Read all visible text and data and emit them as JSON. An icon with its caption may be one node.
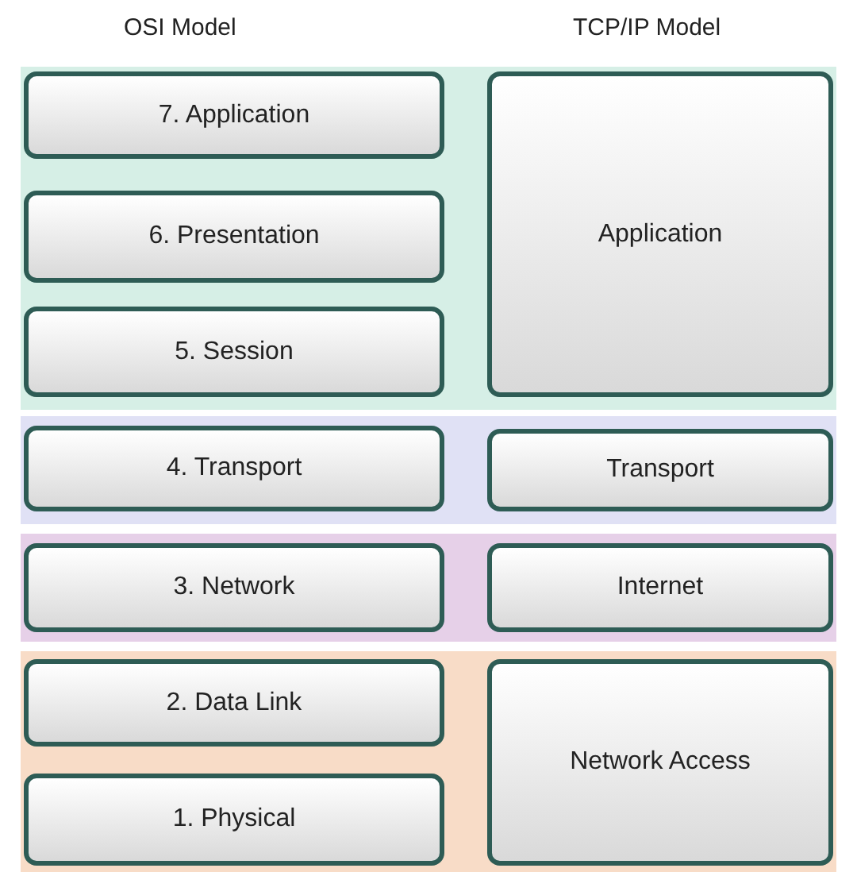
{
  "diagram": {
    "nodes": [
      {
        "text": [],
        "shape": "band"
      },
      {
        "text": [
          "7. Application"
        ],
        "in": 0
      },
      {
        "text": [
          "6. Presentation"
        ],
        "in": 0
      },
      {
        "text": [
          "5. Session"
        ],
        "in": 0
      },
      {
        "text": [
          "Application"
        ],
        "in": 0
      },
      {
        "text": [],
        "shape": "band"
      },
      {
        "text": [
          "4. Transport"
        ],
        "in": 5
      },
      {
        "text": [
          "Transport"
        ],
        "in": 5
      },
      {
        "text": [],
        "shape": "band"
      },
      {
        "text": [
          "3. Network"
        ],
        "in": 8
      },
      {
        "text": [
          "Internet"
        ],
        "in": 8
      },
      {
        "text": [],
        "shape": "band"
      },
      {
        "text": [
          "2. Data Link"
        ],
        "in": 11
      },
      {
        "text": [
          "1. Physical"
        ],
        "in": 11
      },
      {
        "text": [
          "Network Access"
        ],
        "in": 11
      }
    ],
    "labels": [
      "OSI Model",
      "TCP/IP Model"
    ]
  }
}
